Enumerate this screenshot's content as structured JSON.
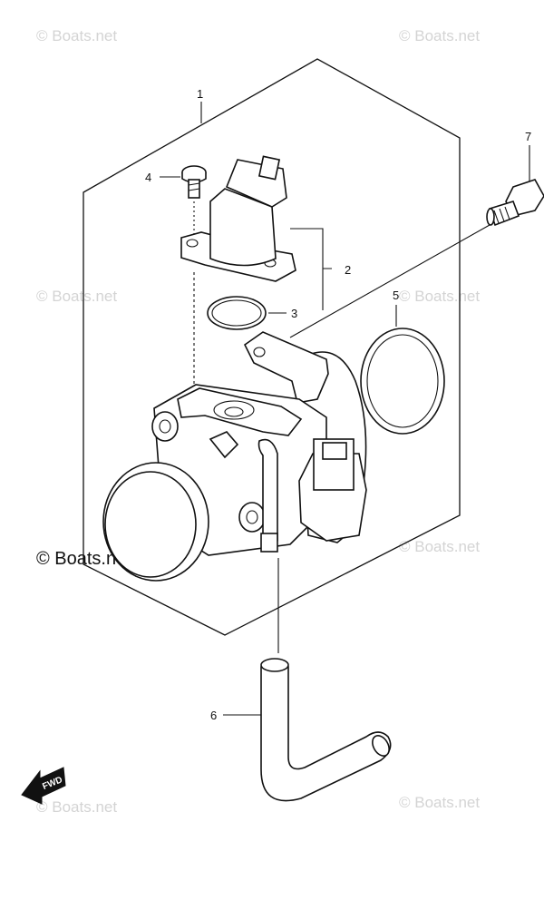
{
  "callouts": [
    {
      "id": "1",
      "label": "1"
    },
    {
      "id": "2",
      "label": "2"
    },
    {
      "id": "3",
      "label": "3"
    },
    {
      "id": "4",
      "label": "4"
    },
    {
      "id": "5",
      "label": "5"
    },
    {
      "id": "6",
      "label": "6"
    },
    {
      "id": "7",
      "label": "7"
    }
  ],
  "watermark": {
    "text": "© Boats.net",
    "main_text": "© Boats.net"
  },
  "direction_badge": {
    "label": "FWD",
    "icon": "arrow-left-icon"
  },
  "colors": {
    "watermark": "#d4d4d4",
    "ink": "#111111"
  }
}
